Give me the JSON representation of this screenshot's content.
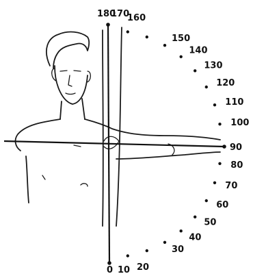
{
  "diagram": {
    "scale_labels": [
      "0",
      "10",
      "20",
      "30",
      "40",
      "50",
      "60",
      "70",
      "80",
      "90",
      "100",
      "110",
      "120",
      "130",
      "140",
      "150",
      "160",
      "170",
      "180"
    ],
    "colors": {
      "ink": "#111111",
      "background": "#ffffff"
    }
  }
}
